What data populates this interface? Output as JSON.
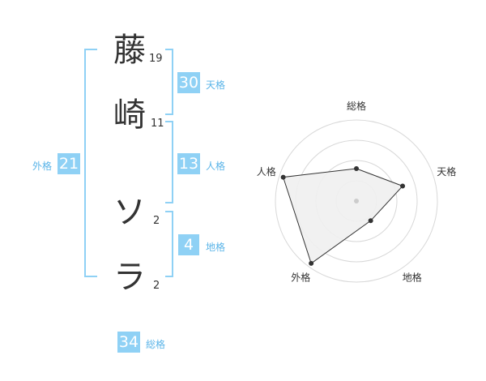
{
  "name": {
    "chars": [
      {
        "char": "藤",
        "strokes": "19"
      },
      {
        "char": "崎",
        "strokes": "11"
      },
      {
        "char": "ソ",
        "strokes": "2"
      },
      {
        "char": "ラ",
        "strokes": "2"
      }
    ]
  },
  "kaku": {
    "tenkaku": {
      "value": "30",
      "label": "天格"
    },
    "jinkaku": {
      "value": "13",
      "label": "人格"
    },
    "chikaku": {
      "value": "4",
      "label": "地格"
    },
    "gaikaku": {
      "value": "21",
      "label": "外格"
    },
    "soukaku": {
      "value": "34",
      "label": "総格"
    }
  },
  "colors": {
    "accent": "#8fd1f5",
    "label": "#5ab4e8",
    "radar_fill": "#f0f0f0",
    "radar_line": "#333333"
  },
  "chart_data": {
    "type": "radar",
    "axes": [
      "総格",
      "天格",
      "地格",
      "外格",
      "人格"
    ],
    "values": [
      0.4,
      0.6,
      0.3,
      0.95,
      0.95
    ],
    "range": [
      0,
      1
    ],
    "rings": 4
  }
}
